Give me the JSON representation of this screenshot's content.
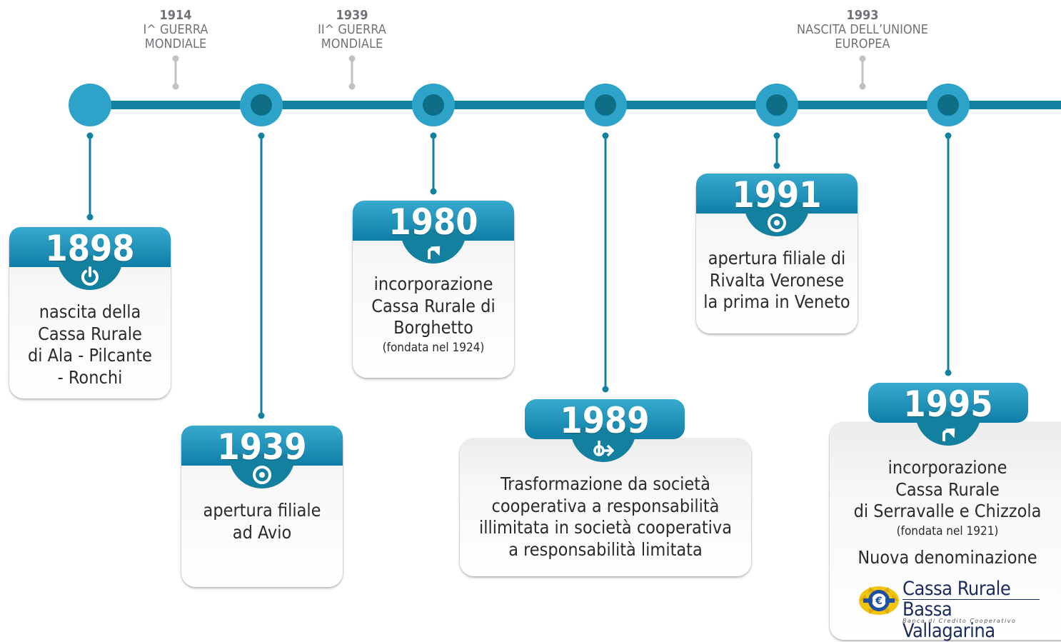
{
  "world_events": [
    {
      "year": "1914",
      "label_lines": [
        "I^ GUERRA",
        "MONDIALE"
      ]
    },
    {
      "year": "1939",
      "label_lines": [
        "II^ GUERRA",
        "MONDIALE"
      ]
    },
    {
      "year": "1993",
      "label_lines": [
        "NASCITA DELL’UNIONE",
        "EUROPEA"
      ]
    }
  ],
  "events": [
    {
      "year": "1898",
      "icon": "power-icon",
      "lines": [
        "nascita della",
        "Cassa Rurale",
        "di Ala - Pilcante",
        "- Ronchi"
      ],
      "note": ""
    },
    {
      "year": "1939",
      "icon": "target-icon",
      "lines": [
        "apertura filiale",
        "ad Avio"
      ],
      "note": ""
    },
    {
      "year": "1980",
      "icon": "merge-arrow-icon",
      "lines": [
        "incorporazione",
        "Cassa Rurale di",
        "Borghetto"
      ],
      "note": "(fondata nel 1924)"
    },
    {
      "year": "1989",
      "icon": "transform-arrow-icon",
      "lines": [
        "Trasformazione da società",
        "cooperativa a responsabilità",
        "illimitata in società cooperativa",
        "a responsabilità limitata"
      ],
      "note": ""
    },
    {
      "year": "1991",
      "icon": "target-icon",
      "lines": [
        "apertura filiale di",
        "Rivalta Veronese",
        "la prima in Veneto"
      ],
      "note": ""
    },
    {
      "year": "1995",
      "icon": "merge-arrow-icon",
      "lines": [
        "incorporazione",
        "Cassa Rurale",
        "di Serravalle e Chizzola"
      ],
      "note": "(fondata nel 1921)",
      "extra": "Nuova denominazione"
    }
  ],
  "brand": {
    "name_line1": "Cassa Rurale",
    "name_line2": "Bassa Vallagarina",
    "tagline": "Banca di Credito Cooperativo"
  },
  "colors": {
    "timeline": "#12819f",
    "node_outer": "#2ea3c9",
    "node_inner": "#0e6e85",
    "header_top": "#37aace",
    "header_bottom": "#0f7ea7",
    "world_text": "#6f7378",
    "world_pin": "#bfc2c4",
    "body_text": "#2b2b2b"
  }
}
